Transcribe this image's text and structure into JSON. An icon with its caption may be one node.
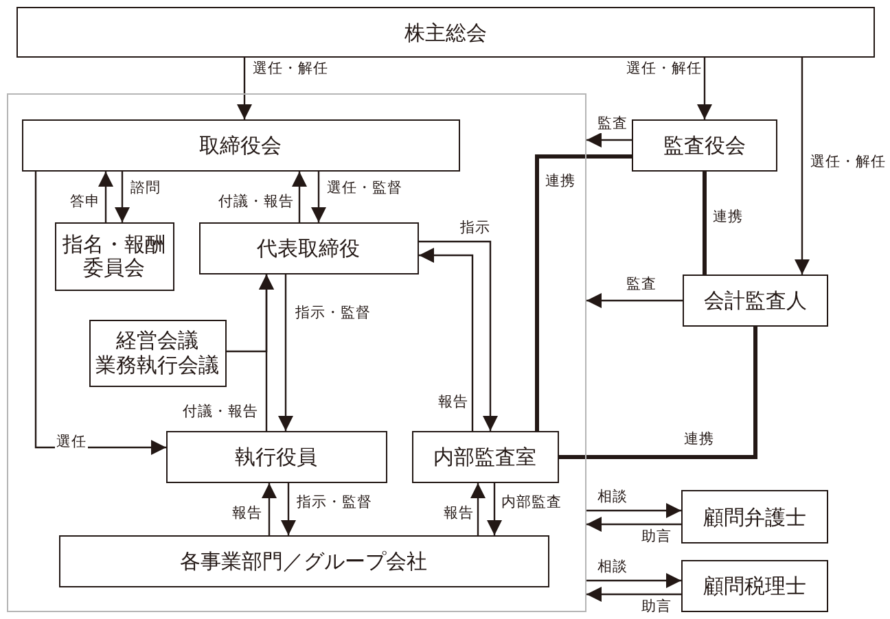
{
  "diagram": {
    "nodes": [
      {
        "text": [
          "株主総会"
        ]
      },
      {
        "text": [],
        "shape": "box"
      },
      {
        "text": [
          "取締役会"
        ],
        "in": 1
      },
      {
        "text": [
          "指名・報酬委員会"
        ],
        "in": 1
      },
      {
        "text": [
          "代表取締役"
        ],
        "in": 1
      },
      {
        "text": [
          "経営会議",
          "業務執行会議"
        ],
        "in": 1
      },
      {
        "text": [
          "執行役員"
        ],
        "in": 1
      },
      {
        "text": [
          "内部監査室"
        ],
        "in": 1
      },
      {
        "text": [
          "各事業部門／グループ会社"
        ],
        "in": 1
      },
      {
        "text": [
          "監査役会"
        ]
      },
      {
        "text": [
          "会計監査人"
        ]
      },
      {
        "text": [
          "顧問弁護士"
        ]
      },
      {
        "text": [
          "顧問税理士"
        ]
      }
    ],
    "edges": [
      {
        "from": 0,
        "to": 2,
        "arrow": "to",
        "label": "選任・解任"
      },
      {
        "from": 0,
        "to": 9,
        "arrow": "to",
        "label": "選任・解任"
      },
      {
        "from": 0,
        "to": 10,
        "arrow": "to",
        "label": "選任・解任"
      },
      {
        "from": 2,
        "to": 3,
        "arrow": "to",
        "label": "諮問"
      },
      {
        "from": 3,
        "to": 2,
        "arrow": "to",
        "label": "答申"
      },
      {
        "from": 4,
        "to": 2,
        "arrow": "to",
        "label": "付議・報告"
      },
      {
        "from": 2,
        "to": 4,
        "arrow": "to",
        "label": "選任・監督"
      },
      {
        "from": 4,
        "to": 6,
        "arrow": "to",
        "label": "指示・監督"
      },
      {
        "from": 6,
        "to": 4,
        "arrow": "to",
        "label": "付議・報告"
      },
      {
        "from": 5,
        "to": 4,
        "arrow": "to"
      },
      {
        "from": 2,
        "to": 6,
        "arrow": "to",
        "label": "選任"
      },
      {
        "from": 4,
        "to": 7,
        "arrow": "to",
        "label": "指示"
      },
      {
        "from": 7,
        "to": 4,
        "arrow": "to",
        "label": "報告"
      },
      {
        "from": 9,
        "to": 1,
        "arrow": "to",
        "label": "監査"
      },
      {
        "from": 9,
        "to": 7,
        "arrow": "none",
        "label": "連携",
        "style": "thick"
      },
      {
        "from": 9,
        "to": 10,
        "arrow": "none",
        "label": "連携",
        "style": "thick"
      },
      {
        "from": 10,
        "to": 1,
        "arrow": "to",
        "label": "監査"
      },
      {
        "from": 10,
        "to": 7,
        "arrow": "none",
        "label": "連携",
        "style": "thick"
      },
      {
        "from": 6,
        "to": 8,
        "arrow": "to",
        "label": "指示・監督"
      },
      {
        "from": 8,
        "to": 6,
        "arrow": "to",
        "label": "報告"
      },
      {
        "from": 7,
        "to": 8,
        "arrow": "to",
        "label": "内部監査"
      },
      {
        "from": 8,
        "to": 7,
        "arrow": "to",
        "label": "報告"
      },
      {
        "from": 1,
        "to": 11,
        "arrow": "to",
        "label": "相談"
      },
      {
        "from": 11,
        "to": 1,
        "arrow": "to",
        "label": "助言"
      },
      {
        "from": 1,
        "to": 12,
        "arrow": "to",
        "label": "相談"
      },
      {
        "from": 12,
        "to": 1,
        "arrow": "to",
        "label": "助言"
      }
    ]
  }
}
